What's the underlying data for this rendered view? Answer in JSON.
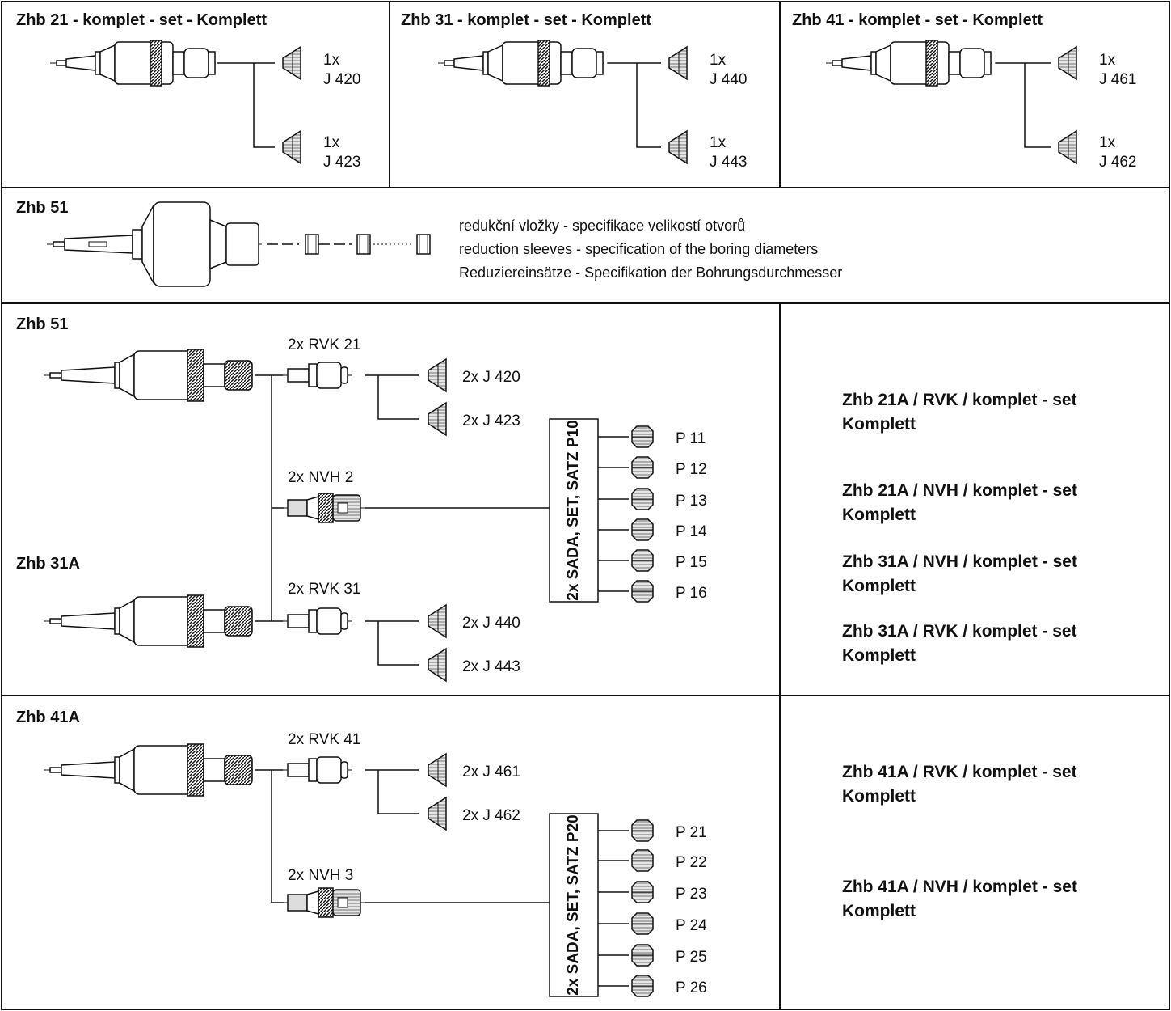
{
  "box1": {
    "title": "Zhb 21 - komplet - set - Komplett",
    "q1": "1x",
    "j1": "J 420",
    "q2": "1x",
    "j2": "J 423"
  },
  "box2": {
    "title": "Zhb 31 - komplet - set - Komplett",
    "q1": "1x",
    "j1": "J 440",
    "q2": "1x",
    "j2": "J 443"
  },
  "box3": {
    "title": "Zhb 41 - komplet - set - Komplett",
    "q1": "1x",
    "j1": "J 461",
    "q2": "1x",
    "j2": "J 462"
  },
  "box4": {
    "title": "Zhb 51",
    "desc": [
      "redukční vložky - specifikace velikostí otvorů",
      "reduction sleeves - specification of the boring diameters",
      "Reduziereinsätze - Specifikation der Bohrungsdurchmesser"
    ]
  },
  "box5": {
    "title": "Zhb 51",
    "title2": "Zhb 31A",
    "rvk_top": "2x RVK 21",
    "j_top1": "2x J 420",
    "j_top2": "2x J 423",
    "nvh": "2x NVH 2",
    "rvk_bot": "2x RVK 31",
    "j_bot1": "2x J 440",
    "j_bot2": "2x J 443",
    "set_label": "2x SADA, SET, SATZ P10",
    "p": [
      "P 11",
      "P 12",
      "P 13",
      "P 14",
      "P 15",
      "P 16"
    ],
    "sets": [
      {
        "line1": "Zhb 21A / RVK / komplet - set",
        "line2": "Komplett"
      },
      {
        "line1": "Zhb 21A / NVH / komplet - set",
        "line2": "Komplett"
      },
      {
        "line1": "Zhb 31A / NVH / komplet - set",
        "line2": "Komplett"
      },
      {
        "line1": "Zhb 31A / RVK / komplet - set",
        "line2": "Komplett"
      }
    ]
  },
  "box6": {
    "title": "Zhb 41A",
    "rvk": "2x RVK 41",
    "j1": "2x J 461",
    "j2": "2x J 462",
    "nvh": "2x NVH 3",
    "set_label": "2x SADA, SET, SATZ P20",
    "p": [
      "P 21",
      "P 22",
      "P 23",
      "P 24",
      "P 25",
      "P 26"
    ],
    "sets": [
      {
        "line1": "Zhb 41A / RVK / komplet - set",
        "line2": "Komplett"
      },
      {
        "line1": "Zhb 41A / NVH / komplet - set",
        "line2": "Komplett"
      }
    ]
  }
}
